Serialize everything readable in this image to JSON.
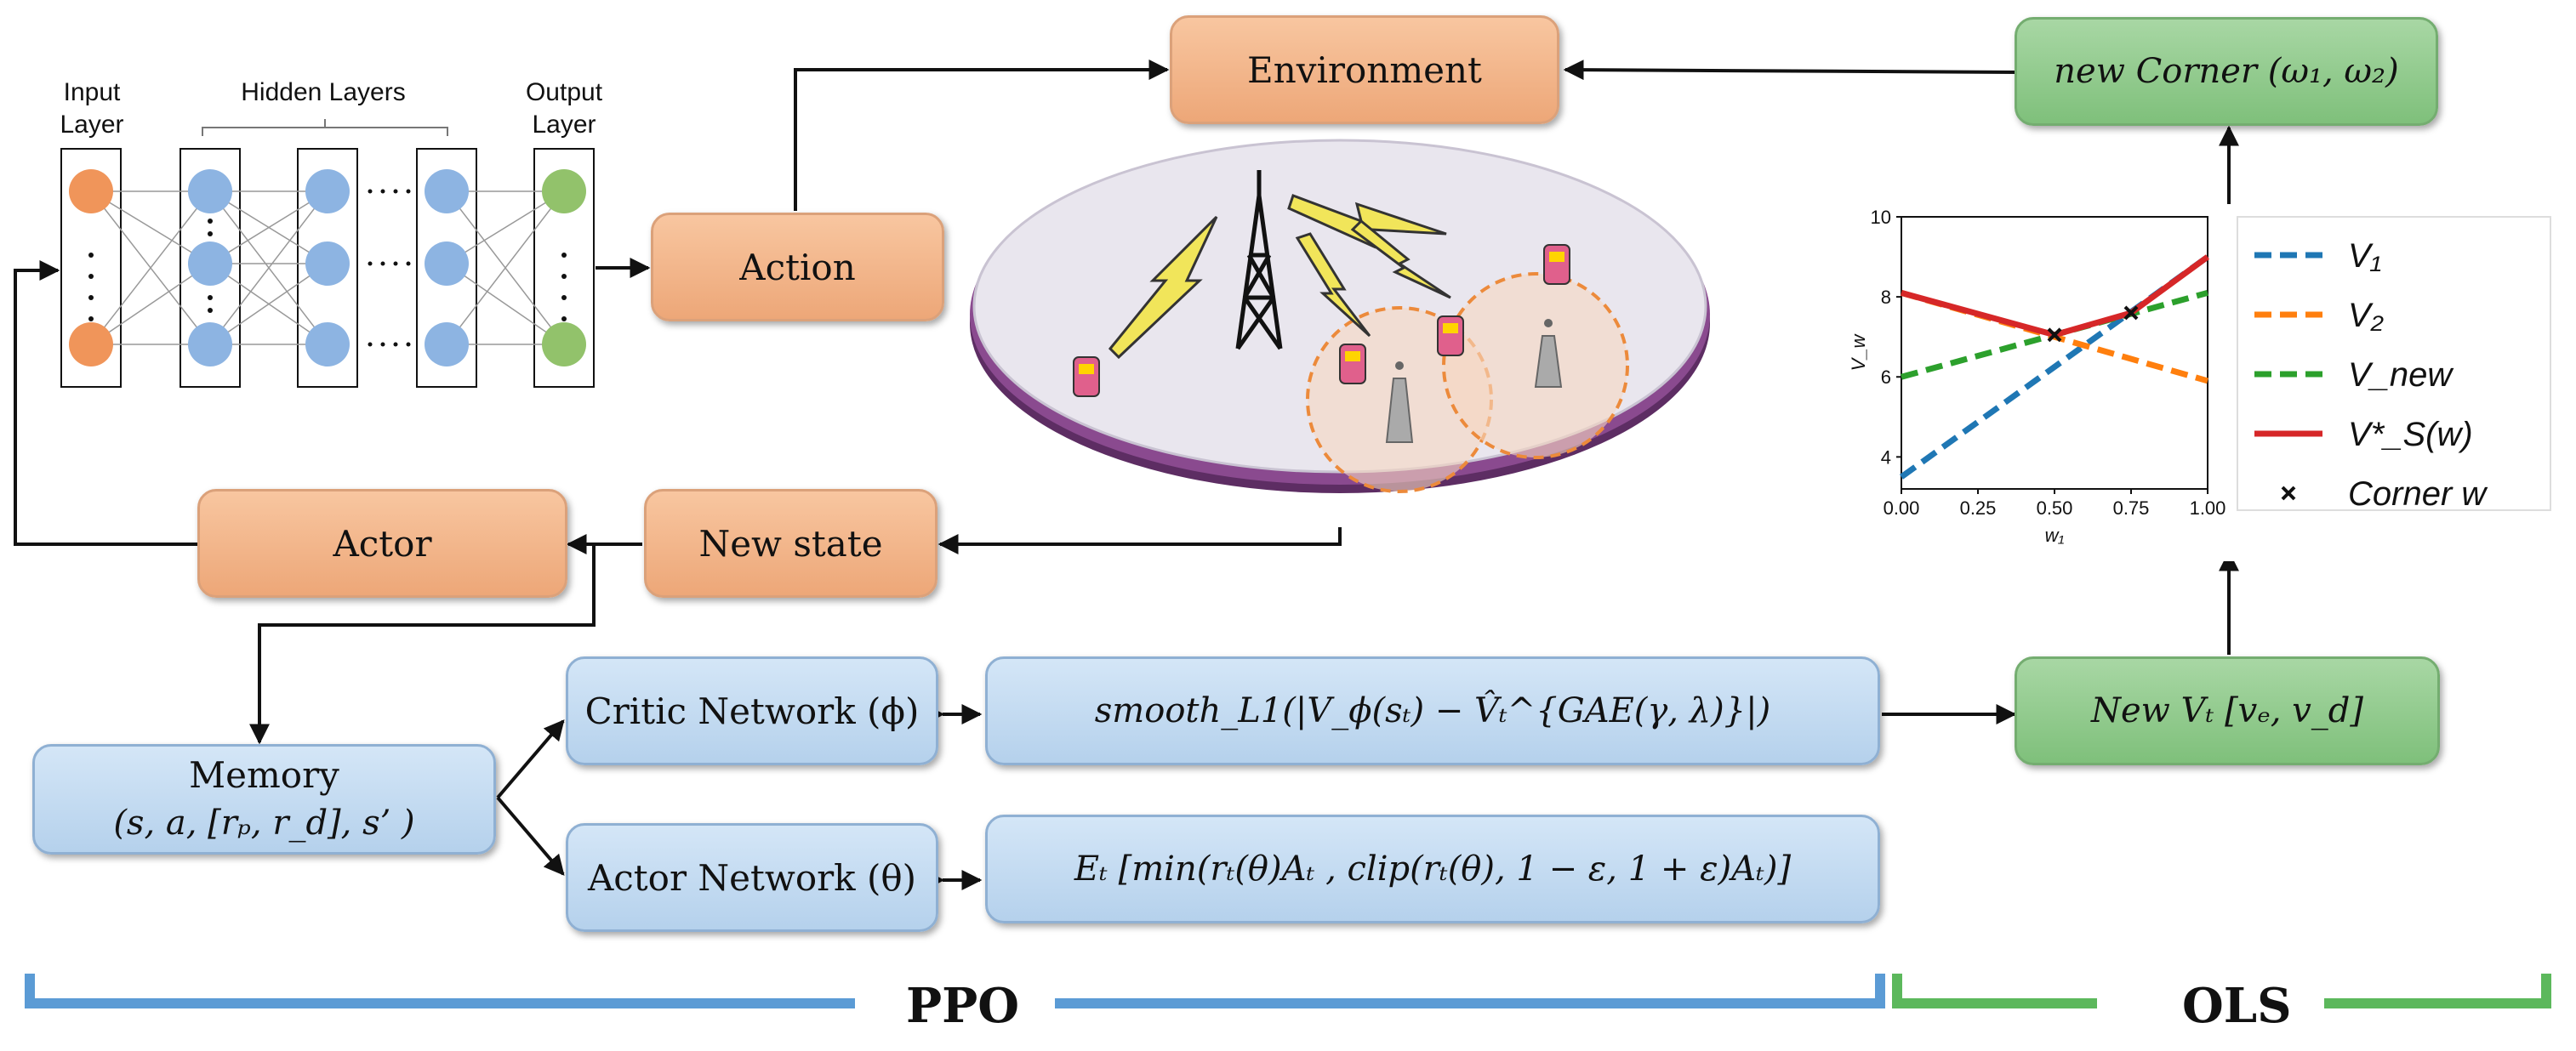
{
  "nn": {
    "input_label_1": "Input",
    "input_label_2": "Layer",
    "hidden_label": "Hidden Layers",
    "output_label_1": "Output",
    "output_label_2": "Layer"
  },
  "boxes": {
    "environment": "Environment",
    "action": "Action",
    "actor": "Actor",
    "new_state": "New state",
    "new_corner": "new Corner (ω₁, ω₂)",
    "memory_line1": "Memory",
    "memory_line2": "(s, a, [rₚ, r_d], s’ )",
    "critic_network": "Critic Network (ϕ)",
    "actor_network": "Actor Network (θ)",
    "critic_loss": "smooth_L1(|V_ϕ(sₜ) − V̂ₜ^{GAE(γ, λ)}|)",
    "actor_objective": "Eₜ [min(rₜ(θ)Aₜ , clip(rₜ(θ), 1 − ε, 1 + ε)Aₜ)]",
    "new_vt": "New Vₜ [vₑ, v_d]"
  },
  "brackets": {
    "ppo": "PPO",
    "ols": "OLS"
  },
  "colors": {
    "ppo_bracket": "#5b9bd5",
    "ols_bracket": "#5cb85c",
    "input_node": "#f0955a",
    "hidden_node": "#8db4e2",
    "output_node": "#92c26b"
  },
  "chart_data": {
    "type": "line",
    "xlabel": "w₁",
    "ylabel": "V_w",
    "xlim": [
      0,
      1
    ],
    "ylim": [
      3.2,
      10
    ],
    "xticks": [
      "0.00",
      "0.25",
      "0.50",
      "0.75",
      "1.00"
    ],
    "yticks": [
      "4",
      "6",
      "8",
      "10"
    ],
    "legend_position": "right",
    "series": [
      {
        "name": "V₁",
        "style": "dashed",
        "color": "#1f77b4",
        "x": [
          0,
          1
        ],
        "y": [
          3.5,
          9.0
        ]
      },
      {
        "name": "V₂",
        "style": "dashed",
        "color": "#ff7f0e",
        "x": [
          0,
          1
        ],
        "y": [
          8.1,
          5.9
        ]
      },
      {
        "name": "V_new",
        "style": "dashed",
        "color": "#2ca02c",
        "x": [
          0,
          1
        ],
        "y": [
          6.0,
          8.1
        ]
      },
      {
        "name": "V*_S(w)",
        "style": "solid",
        "color": "#d62728",
        "x": [
          0,
          0.5,
          0.75,
          1.0
        ],
        "y": [
          8.1,
          7.05,
          7.6,
          9.0
        ]
      }
    ],
    "corners": {
      "name": "Corner w",
      "x": [
        0.5,
        0.75
      ],
      "y": [
        7.05,
        7.6
      ]
    }
  }
}
